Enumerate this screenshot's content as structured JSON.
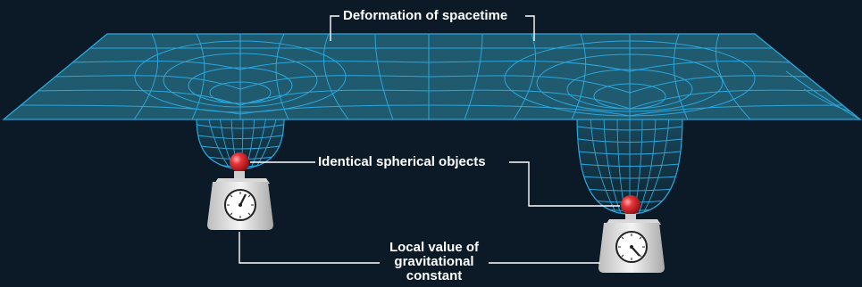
{
  "labels": {
    "spacetime": "Deformation of spacetime",
    "objects": "Identical spherical objects",
    "gravity_line1": "Local value of",
    "gravity_line2": "gravitational",
    "gravity_line3": "constant"
  },
  "colors": {
    "background": "#0b1a26",
    "grid_line": "#2aa7de",
    "sheet_fill": "#1f5a6e",
    "well_fill": "#16394a",
    "sphere": "#e8353a",
    "scale_body": "#e6e6e6",
    "leader_line": "#ffffff"
  },
  "icons": {
    "left_sphere": "red-sphere-icon",
    "right_sphere": "red-sphere-icon",
    "left_scale": "kitchen-scale-icon",
    "right_scale": "kitchen-scale-icon"
  }
}
